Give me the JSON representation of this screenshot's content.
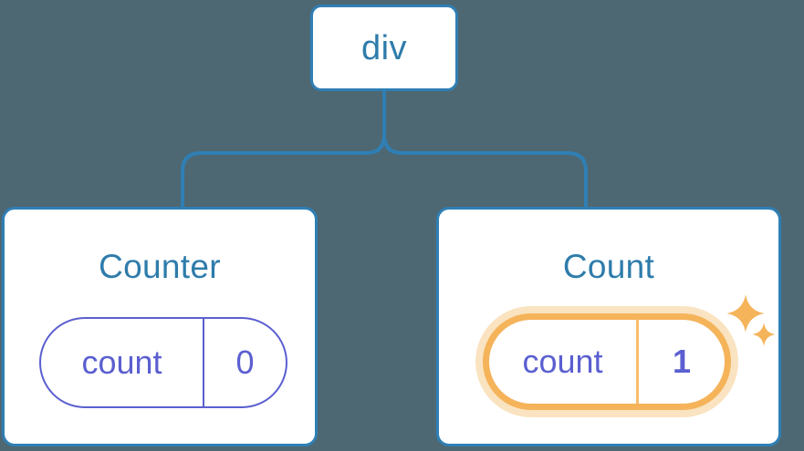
{
  "theme": {
    "background": "#4d6873",
    "node_border": "#2f7fb5",
    "node_fill": "#ffffff",
    "title_color": "#2e7cab",
    "state_color": "#5b5fd0",
    "highlight_color": "#f5b35a",
    "highlight_halo": "#fae3c0",
    "highlight_divider": "#f7bd6b",
    "connector_color": "#2f7fb5"
  },
  "tree": {
    "root": {
      "label": "div"
    },
    "children": [
      {
        "id": "counter",
        "title": "Counter",
        "highlighted": false,
        "state": {
          "key": "count",
          "value": "0"
        }
      },
      {
        "id": "count",
        "title": "Count",
        "highlighted": true,
        "state": {
          "key": "count",
          "value": "1"
        },
        "decorations": [
          "sparkle-large-icon",
          "sparkle-small-icon"
        ]
      }
    ]
  }
}
